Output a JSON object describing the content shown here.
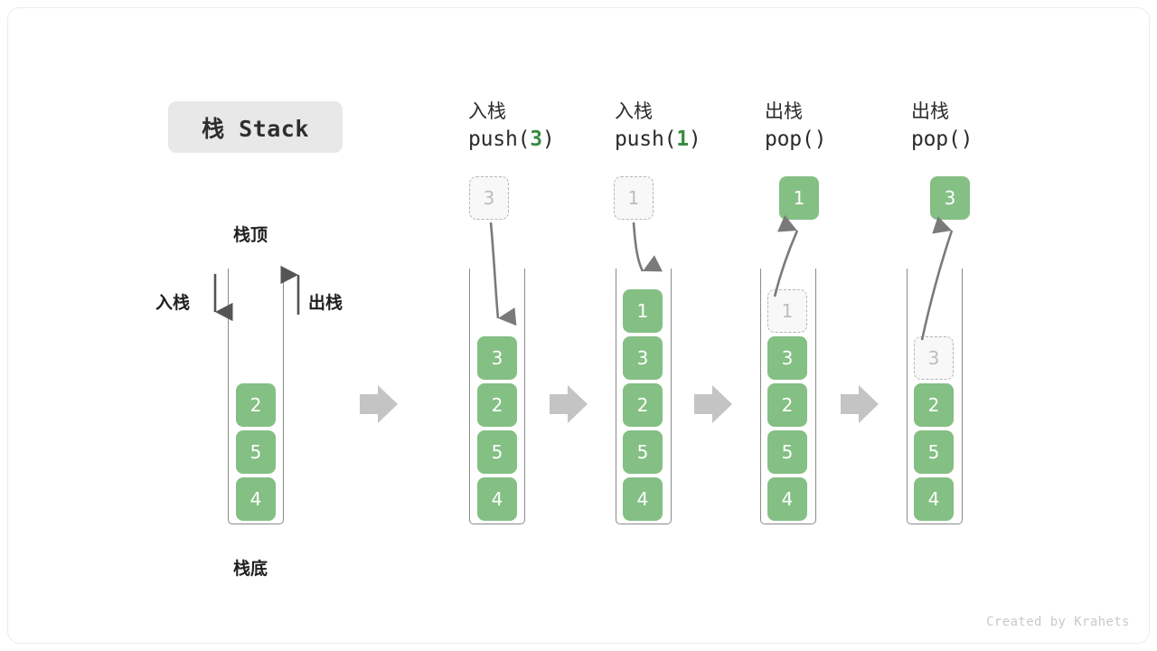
{
  "title_badge": {
    "label": "栈 Stack"
  },
  "legend": {
    "top_label": "栈顶",
    "bottom_label": "栈底",
    "push_label": "入栈",
    "pop_label": "出栈"
  },
  "columns": [
    {
      "id": "initial",
      "head_cn": "",
      "head_code": "",
      "items": [
        "2",
        "5",
        "4"
      ]
    },
    {
      "id": "push-3",
      "head_cn": "入栈",
      "head_code_prefix": "push(",
      "head_code_arg": "3",
      "head_code_suffix": ")",
      "ghost_top": "3",
      "items": [
        "3",
        "2",
        "5",
        "4"
      ]
    },
    {
      "id": "push-1",
      "head_cn": "入栈",
      "head_code_prefix": "push(",
      "head_code_arg": "1",
      "head_code_suffix": ")",
      "ghost_top": "1",
      "items": [
        "1",
        "3",
        "2",
        "5",
        "4"
      ]
    },
    {
      "id": "pop-1",
      "head_cn": "出栈",
      "head_code_prefix": "pop(",
      "head_code_arg": "",
      "head_code_suffix": ")",
      "popped": "1",
      "ghost_in_stack": "1",
      "items": [
        "3",
        "2",
        "5",
        "4"
      ]
    },
    {
      "id": "pop-2",
      "head_cn": "出栈",
      "head_code_prefix": "pop(",
      "head_code_arg": "",
      "head_code_suffix": ")",
      "popped": "3",
      "ghost_in_stack": "3",
      "items": [
        "2",
        "5",
        "4"
      ]
    }
  ],
  "credit": "Created by Krahets",
  "colors": {
    "cell_green": "#84bf84",
    "arg_green": "#3a8a42",
    "badge_bg": "#e8e8e8",
    "block_arrow": "#c4c4c4",
    "stroke_gray": "#7a7a7a",
    "ghost_border": "#b5b5b5"
  }
}
